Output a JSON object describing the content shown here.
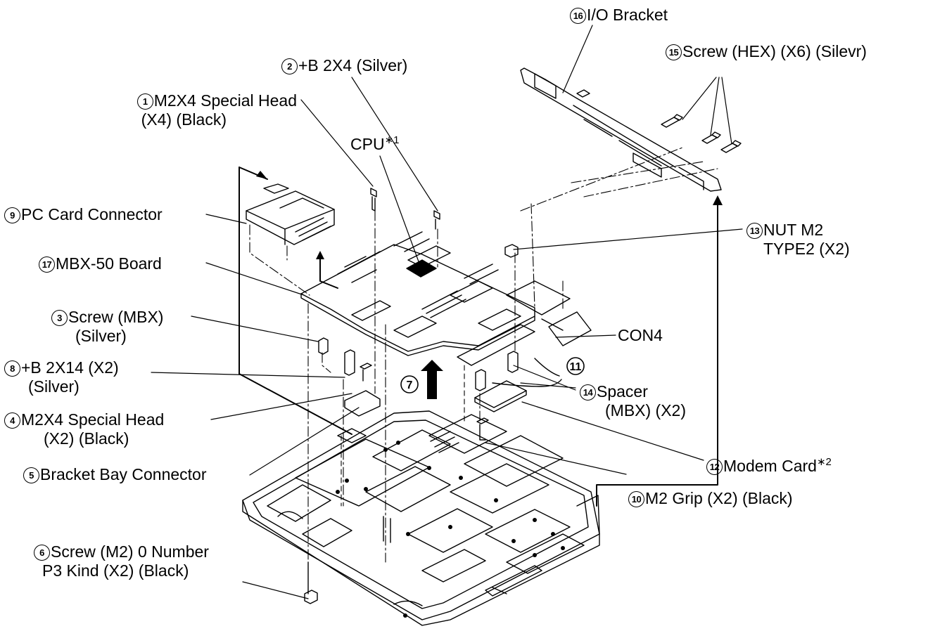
{
  "labels": {
    "io_bracket": {
      "num": "16",
      "text": "I/O Bracket"
    },
    "screw_hex": {
      "num": "15",
      "text": "Screw (HEX) (X6) (Silevr)"
    },
    "b2x4": {
      "num": "2",
      "text": "+B 2X4 (Silver)"
    },
    "m2x4_head_1": {
      "num": "1",
      "text": "M2X4 Special Head",
      "line2": "(X4) (Black)"
    },
    "cpu": {
      "text": "CPU",
      "sup": "∗1"
    },
    "pc_card": {
      "num": "9",
      "text": "PC Card Connector"
    },
    "nut_m2": {
      "num": "13",
      "text": "NUT M2",
      "line2": "TYPE2 (X2)"
    },
    "mbx_board": {
      "num": "17",
      "text": "MBX-50 Board"
    },
    "screw_mbx": {
      "num": "3",
      "text": "Screw (MBX)",
      "line2": "(Silver)"
    },
    "con4": {
      "text": "CON4"
    },
    "b2x14": {
      "num": "8",
      "text": "+B 2X14 (X2)",
      "line2": "(Silver)"
    },
    "step11": {
      "num": "11"
    },
    "step7": {
      "num": "7"
    },
    "spacer": {
      "num": "14",
      "text": "Spacer",
      "line2": "(MBX) (X2)"
    },
    "m2x4_head_4": {
      "num": "4",
      "text": "M2X4 Special Head",
      "line2": "(X2) (Black)"
    },
    "modem": {
      "num": "12",
      "text": "Modem Card",
      "sup": "∗2"
    },
    "bracket_bay": {
      "num": "5",
      "text": "Bracket Bay Connector"
    },
    "m2_grip": {
      "num": "10",
      "text": "M2 Grip (X2) (Black)"
    },
    "screw_m2": {
      "num": "6",
      "text": "Screw (M2) 0 Number",
      "line2": "P3 Kind (X2) (Black)"
    }
  }
}
